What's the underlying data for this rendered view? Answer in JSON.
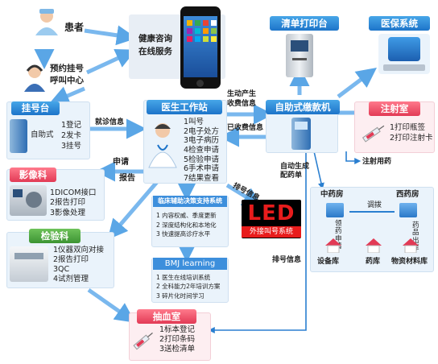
{
  "patient": {
    "label": "患者"
  },
  "call_center": {
    "line1": "预约挂号",
    "line2": "呼叫中心"
  },
  "phone": {
    "line1": "健康咨询",
    "line2": "在线服务"
  },
  "print_station": {
    "title": "清单打印台"
  },
  "insurance": {
    "title": "医保系统"
  },
  "registration": {
    "title": "挂号台",
    "mode": "自助式",
    "items": [
      "1登记",
      "2发卡",
      "3挂号"
    ]
  },
  "workstation": {
    "title": "医生工作站",
    "items": [
      "1叫号",
      "2电子处方",
      "3电子病历",
      "4检查申请",
      "5检验申请",
      "6手术申请",
      "7结果查看"
    ]
  },
  "kiosk": {
    "title": "自助式缴款机"
  },
  "injection": {
    "title": "注射室",
    "items": [
      "1打印瓶签",
      "2打印注射卡"
    ]
  },
  "imaging": {
    "title": "影像科",
    "items": [
      "1DICOM接口",
      "2报告打印",
      "3影像处理"
    ]
  },
  "lab": {
    "title": "检验科",
    "items": [
      "1仪器双向对接",
      "2报告打印",
      "3QC",
      "4试剂管理"
    ]
  },
  "blood": {
    "title": "抽血室",
    "items": [
      "1标本登记",
      "2打印条码",
      "3送检清单"
    ]
  },
  "decision": {
    "title": "临床辅助决策支持系统",
    "items": [
      "1 内容权威、季度更新",
      "2 深度结构化和本地化",
      "3 快速提高诊疗水平"
    ]
  },
  "bmj": {
    "title": "BMJ learning",
    "items": [
      "1 医生在线培训系统",
      "2 全科能力2年培训方案",
      "3 碎片化时间学习"
    ]
  },
  "led": {
    "big": "LED",
    "caption": "外接叫号系统"
  },
  "pharmacy": {
    "central": "中药房",
    "western": "西药房",
    "transfer": "调拨",
    "req_vertical": "领药申请",
    "out_vertical": "药品出库",
    "equipment": "设备库",
    "drug": "药库",
    "materials": "物资材料库"
  },
  "edge_labels": {
    "doctor_info": "就诊信息",
    "apply": "申请",
    "report": "报告",
    "charge_info": "生动产生\n收费信息",
    "paid_info": "已收费信息",
    "queue_info": "排号信息",
    "gen_dispense": "自动生成\n配药单",
    "injection_med": "注射用药",
    "queue_info2": "排号信息"
  }
}
